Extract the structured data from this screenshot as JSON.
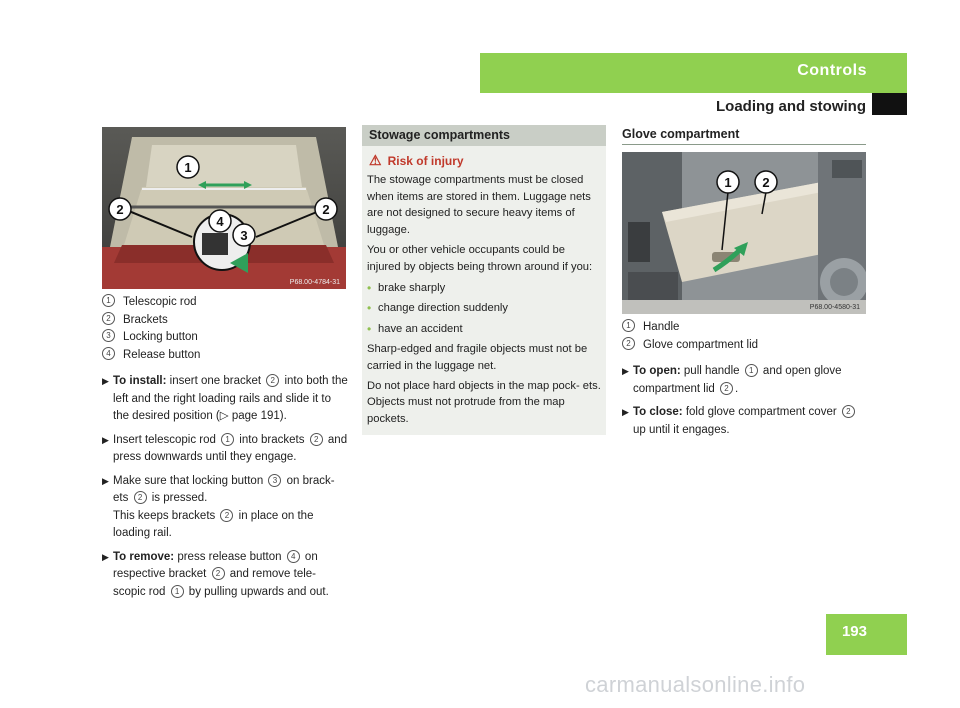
{
  "header": {
    "section_tab": "Controls",
    "page_title": "Loading and stowing"
  },
  "left_image": {
    "part_number": "P68.00-4784-31",
    "callouts": [
      "1",
      "2",
      "2",
      "3",
      "4"
    ]
  },
  "left_column": {
    "legend": [
      {
        "num": "1",
        "label": "Telescopic rod"
      },
      {
        "num": "2",
        "label": "Brackets"
      },
      {
        "num": "3",
        "label": "Locking button"
      },
      {
        "num": "4",
        "label": "Release button"
      }
    ],
    "step1": {
      "bold": "To install:",
      "t1": " insert one bracket ",
      "n1": "2",
      "t2": " into both the left and the right loading rails and slide it to the desired position (",
      "ref_icon": "▷",
      "t3": " page 191)."
    },
    "step2": {
      "t1": "Insert telescopic rod ",
      "n1": "1",
      "t2": " into brackets ",
      "n2": "2",
      "t3": " and press downwards until they engage."
    },
    "step3": {
      "t1": "Make sure that locking button ",
      "n1": "3",
      "t2": " on brack- ets ",
      "n2": "2",
      "t3": " is pressed.",
      "p2a": "This keeps brackets ",
      "p2n": "2",
      "p2b": " in place on the loading rail."
    },
    "step4": {
      "bold": "To remove:",
      "t1": " press release button ",
      "n1": "4",
      "t2": " on respective bracket ",
      "n2": "2",
      "t3": " and remove tele- scopic rod ",
      "n3": "1",
      "t4": " by pulling upwards and out."
    }
  },
  "stowage": {
    "heading": "Stowage compartments",
    "warning_icon": "warning-triangle-icon",
    "warning_title": "Risk of injury",
    "p1": "The stowage compartments must be closed when items are stored in them. Luggage nets are not designed to secure heavy items of luggage.",
    "p2": "You or other vehicle occupants could be injured by objects being thrown around if you:",
    "bullets": [
      "brake sharply",
      "change direction suddenly",
      "have an accident"
    ],
    "p3": "Sharp-edged and fragile objects must not be carried in the luggage net.",
    "p4": "Do not place hard objects in the map pock- ets. Objects must not protrude from the map pockets."
  },
  "glove": {
    "heading": "Glove compartment",
    "part_number": "P68.00-4580-31",
    "callouts": [
      "1",
      "2"
    ],
    "legend": [
      {
        "num": "1",
        "label": "Handle"
      },
      {
        "num": "2",
        "label": "Glove compartment lid"
      }
    ],
    "open": {
      "bold": "To open:",
      "t1": " pull handle ",
      "n1": "1",
      "t2": " and open glove compartment lid ",
      "n2": "2",
      "t3": "."
    },
    "close": {
      "bold": "To close:",
      "t1": " fold glove compartment cover ",
      "n1": "2",
      "t2": " up until it engages."
    }
  },
  "page_number": "193",
  "watermark": "carmanualsonline.info",
  "colors": {
    "accent": "#90d050",
    "box_bg": "#eef0ec",
    "box_head": "#c9cec6",
    "warning": "#c0392b"
  }
}
